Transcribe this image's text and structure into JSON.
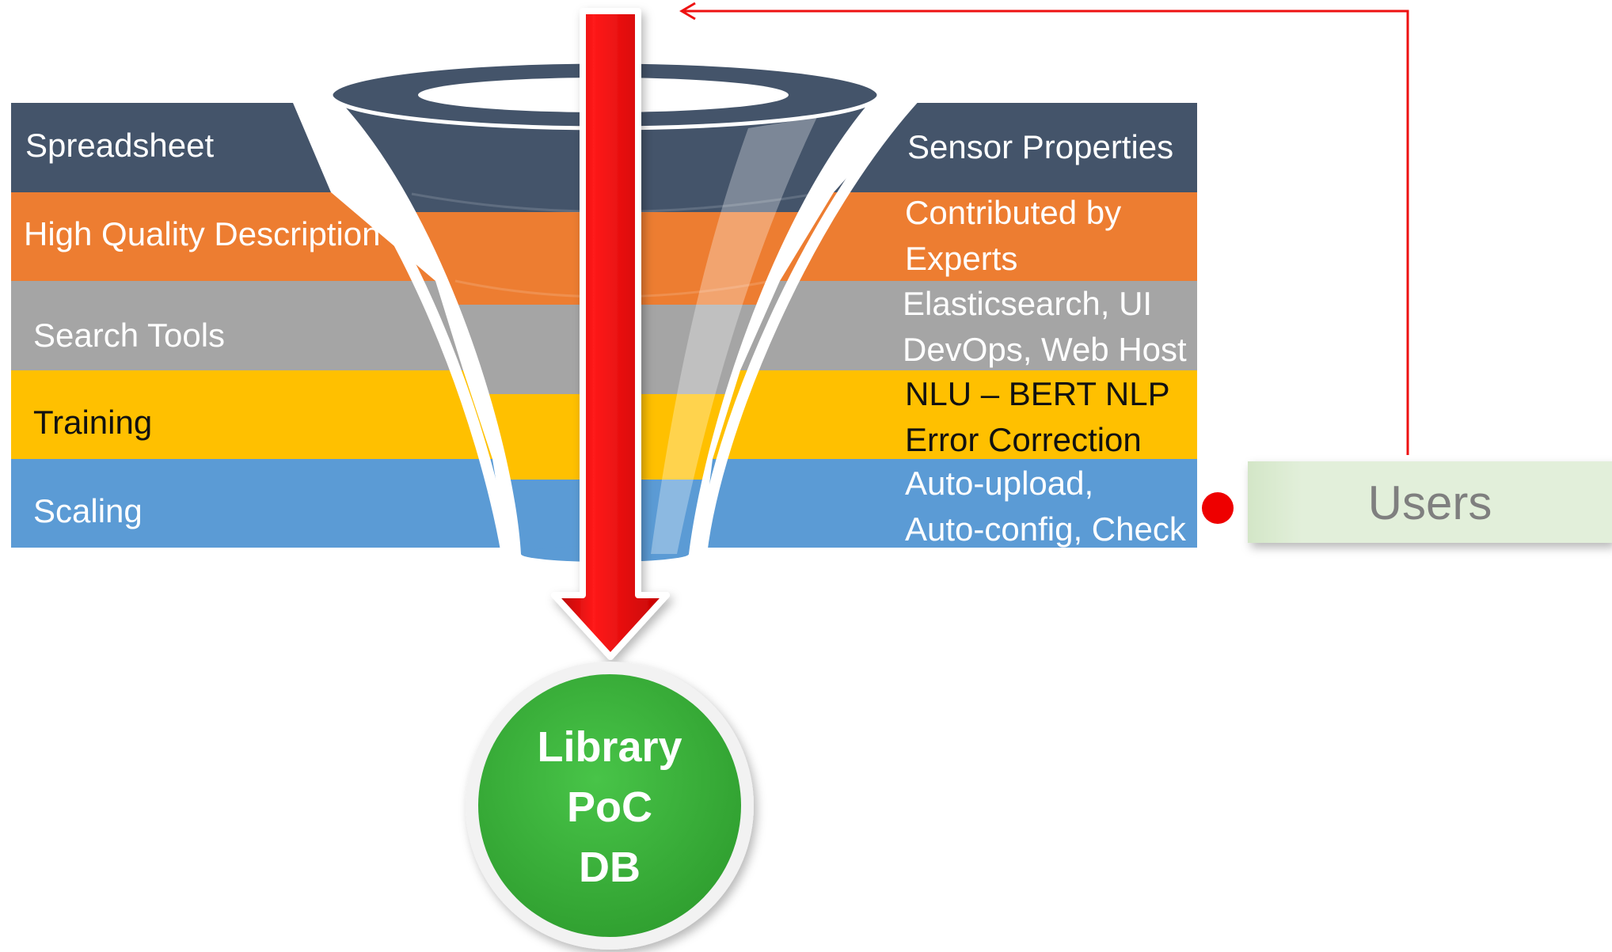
{
  "layers": [
    {
      "left_label": "Spreadsheet",
      "right_lines": [
        "Sensor Properties"
      ],
      "color": "#44546a",
      "text_color": "#ffffff"
    },
    {
      "left_label": "High Quality Description",
      "right_lines": [
        "Contributed by",
        "Experts"
      ],
      "color": "#ed7d31",
      "text_color": "#ffffff"
    },
    {
      "left_label": "Search Tools",
      "right_lines": [
        "Elasticsearch, UI",
        "DevOps, Web Host"
      ],
      "color": "#a5a5a5",
      "text_color": "#ffffff"
    },
    {
      "left_label": "Training",
      "right_lines": [
        "NLU – BERT NLP",
        "Error Correction"
      ],
      "color": "#ffc000",
      "text_color": "#111111"
    },
    {
      "left_label": "Scaling",
      "right_lines": [
        "Auto-upload,",
        "Auto-config, Check"
      ],
      "color": "#5b9bd5",
      "text_color": "#ffffff"
    }
  ],
  "users": {
    "label": "Users",
    "color": "#e2efda",
    "text_color": "#7f7f7f"
  },
  "database": {
    "lines": [
      "Library",
      "PoC",
      "DB"
    ],
    "color": "#3db33d",
    "text_color": "#ffffff"
  },
  "colors": {
    "arrow": "#ee0000",
    "feedback_line": "#ee1111",
    "funnel_rim": "#44546a"
  }
}
